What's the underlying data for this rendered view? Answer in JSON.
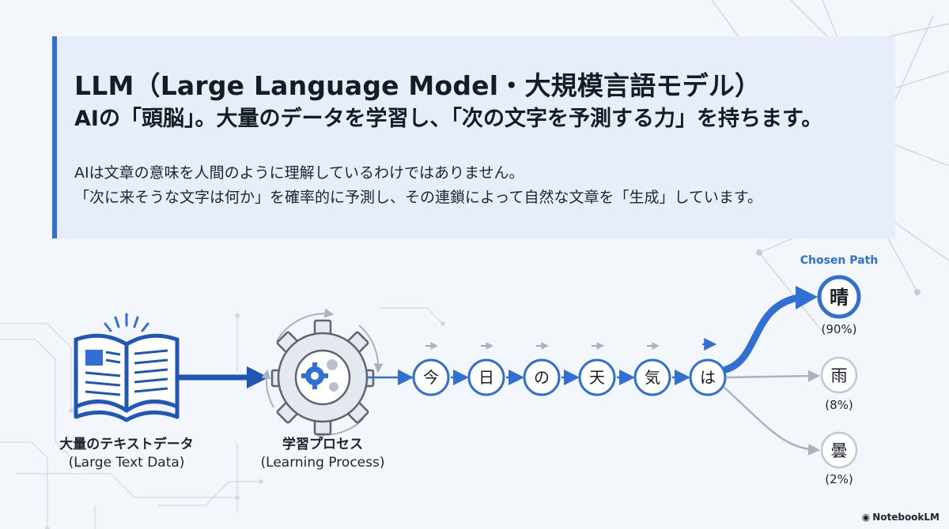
{
  "header": {
    "title_line1": "LLM（Large Language Model・大規模言語モデル）",
    "title_line2": "AIの「頭脳」。大量のデータを学習し、「次の文字を予測する力」を持ちます。",
    "body_line1": "AIは文章の意味を人間のように理解しているわけではありません。",
    "body_line2": "「次に来そうな文字は何か」を確率的に予測し、その連鎖によって自然な文章を「生成」しています。"
  },
  "diagram": {
    "data_label_jp": "大量のテキストデータ",
    "data_label_en": "(Large Text Data)",
    "process_label_jp": "学習プロセス",
    "process_label_en": "(Learning Process)",
    "sequence": [
      "今",
      "日",
      "の",
      "天",
      "気",
      "は"
    ],
    "chosen_path_label": "Chosen Path",
    "candidates": [
      {
        "char": "晴",
        "prob": "(90%)",
        "chosen": true
      },
      {
        "char": "雨",
        "prob": "(8%)",
        "chosen": false
      },
      {
        "char": "曇",
        "prob": "(2%)",
        "chosen": false
      }
    ]
  },
  "colors": {
    "accent": "#2f6fd6",
    "card_bg": "#e7eef9",
    "icon_dark": "#1f57b8",
    "muted": "#a9b3be"
  },
  "icons": [
    "book-icon",
    "gear-icon",
    "arrow-icon",
    "network-background"
  ],
  "brand": "NotebookLM"
}
